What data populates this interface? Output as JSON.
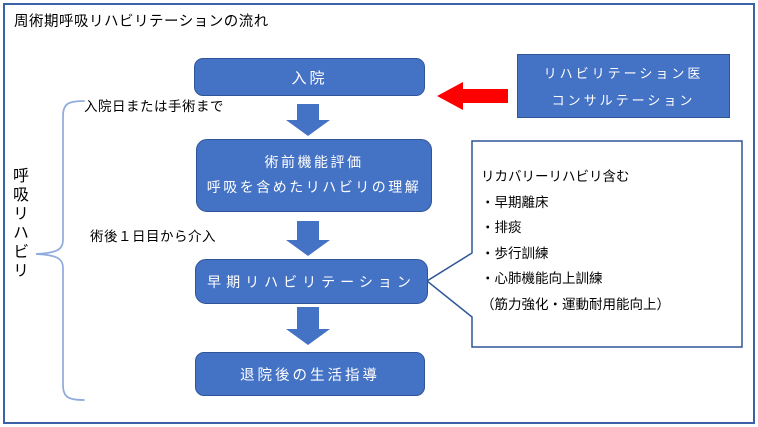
{
  "title": "周術期呼吸リハビリテーションの流れ",
  "side_label": "呼吸リハビリ",
  "annotations": {
    "until_surgery": "入院日または手術まで",
    "postop_day1": "術後１日目から介入"
  },
  "flow": {
    "admission": "入院",
    "preop_line1": "術前機能評価",
    "preop_line2": "呼吸を含めたリハビリの理解",
    "early_rehab": "早期リハビリテーション",
    "discharge": "退院後の生活指導"
  },
  "consultation": {
    "line1": "リハビリテーション医",
    "line2": "コンサルテーション"
  },
  "callout": {
    "lines": [
      "リカバリーリハビリ含む",
      "・早期離床",
      "・排痰",
      "・歩行訓練",
      "・心肺機能向上訓練",
      "（筋力強化・運動耐用能向上）"
    ]
  },
  "colors": {
    "box_fill": "#4472C4",
    "box_border": "#2F5597",
    "arrow_blue": "#4472C4",
    "arrow_red": "#FF0000",
    "brace": "#8FAADC",
    "callout_border": "#2F5597",
    "page_border": "#3A62A7"
  }
}
